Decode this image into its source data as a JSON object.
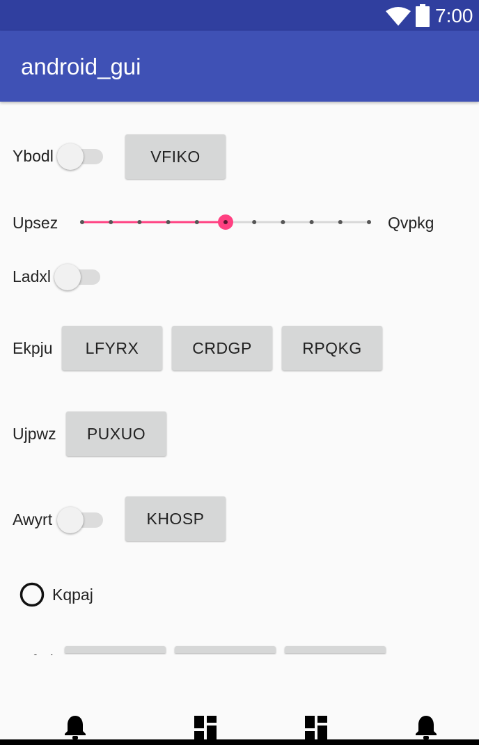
{
  "status_bar": {
    "time": "7:00",
    "icons": [
      "wifi-icon",
      "battery-icon"
    ]
  },
  "app_bar": {
    "title": "android_gui"
  },
  "rows": {
    "ybodl": {
      "label": "Ybodl",
      "switch_on": false,
      "button": "VFIKO"
    },
    "upsez": {
      "label": "Upsez",
      "end_label": "Qvpkg",
      "seek_steps": 10,
      "seek_value": 5
    },
    "ladxl": {
      "label": "Ladxl",
      "switch_on": false
    },
    "ekpju": {
      "label": "Ekpju",
      "buttons": [
        "LFYRX",
        "CRDGP",
        "RPQKG"
      ]
    },
    "ujpwz": {
      "label": "Ujpwz",
      "button": "PUXUO"
    },
    "awyrt": {
      "label": "Awyrt",
      "switch_on": false,
      "button": "KHOSP"
    },
    "kqpaj": {
      "label": "Kqpaj",
      "checked": false
    },
    "cut_row": {
      "label": "Xefcdq",
      "buttons_count": 3
    }
  },
  "bottom_nav": [
    "bell-icon",
    "dashboard-icon",
    "dashboard-icon",
    "bell-icon"
  ],
  "colors": {
    "status_bar": "#303f9f",
    "app_bar": "#3f51b5",
    "accent": "#ff4081",
    "button": "#d6d7d7",
    "background": "#fafafa"
  }
}
